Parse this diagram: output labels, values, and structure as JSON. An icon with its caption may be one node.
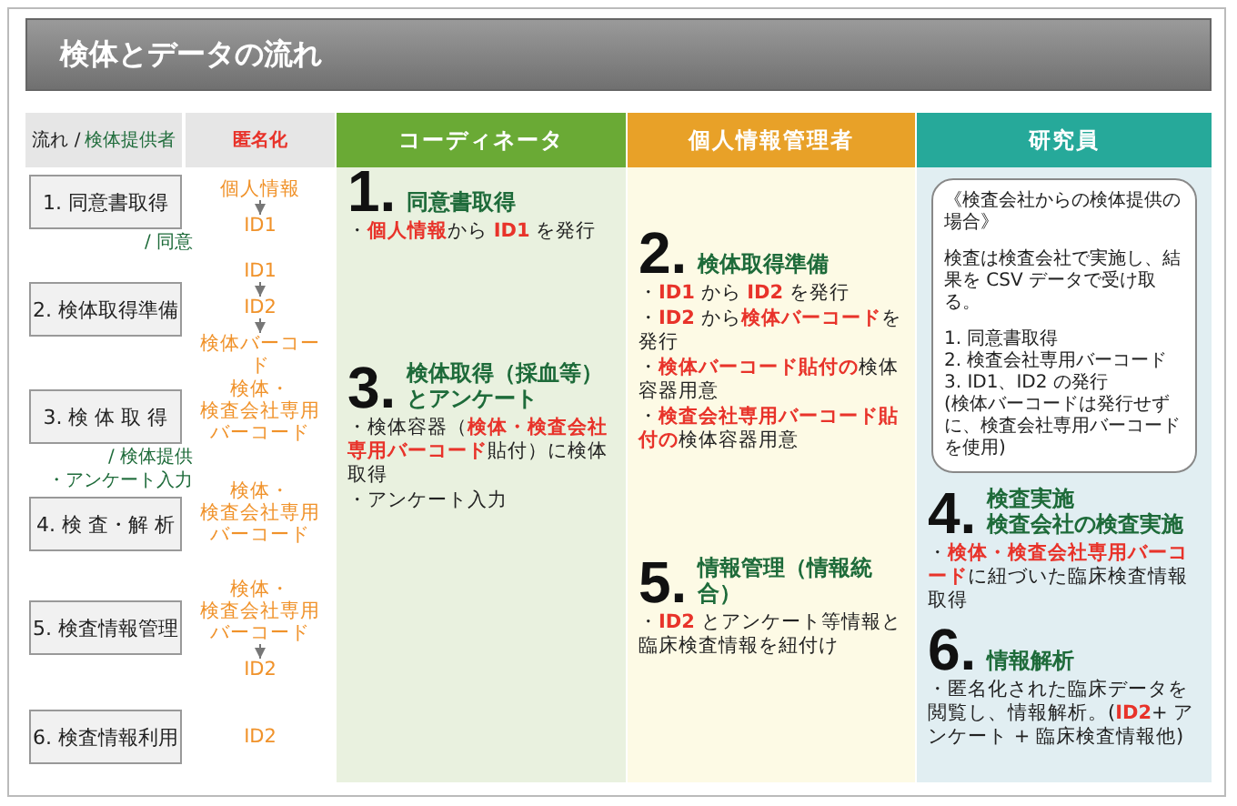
{
  "diagram": {
    "title": "検体とデータの流れ",
    "nodes": [
      {
        "text": [
          "流れ /",
          "検体提供者"
        ]
      },
      {
        "text": [
          "匿名化"
        ]
      },
      {
        "text": [
          "コーディネータ"
        ]
      },
      {
        "text": [
          "個人情報管理者"
        ]
      },
      {
        "text": [
          "研究員"
        ]
      },
      {
        "text": [
          "1. 同意書取得"
        ],
        "beside": [
          "/ 同意"
        ]
      },
      {
        "text": [
          "2. 検体取得準備"
        ]
      },
      {
        "text": [
          "3. 検 体 取 得"
        ],
        "beside": [
          "/ 検体提供",
          "・アンケート入力"
        ]
      },
      {
        "text": [
          "4. 検 査・解 析"
        ]
      },
      {
        "text": [
          "5. 検査情報管理"
        ]
      },
      {
        "text": [
          "6. 検査情報利用"
        ]
      },
      {
        "text": [
          "個人情報"
        ]
      },
      {
        "text": [
          "ID1"
        ]
      },
      {
        "text": [
          "ID1"
        ]
      },
      {
        "text": [
          "ID2"
        ]
      },
      {
        "text": [
          "検体バーコード"
        ]
      },
      {
        "text": [
          "検体・",
          "検査会社専用バーコード"
        ]
      },
      {
        "text": [
          "検体・",
          "検査会社専用バーコード"
        ]
      },
      {
        "text": [
          "検体・",
          "検査会社専用バーコード"
        ]
      },
      {
        "text": [
          "ID2"
        ]
      },
      {
        "text": [
          "ID2"
        ]
      },
      {
        "text": [
          "1.",
          "同意書取得",
          "・**個人情報**から **ID1** を発行"
        ],
        "in": 2
      },
      {
        "text": [
          "2.",
          "検体取得準備",
          "・**ID1** から **ID2** を発行",
          "・**ID2** から**検体バーコード**を発行",
          "・**検体バーコード貼付の**検体容器用意",
          "・**検査会社専用バーコード貼付の**検体容器用意"
        ],
        "in": 3
      },
      {
        "text": [
          "《検査会社からの検体提供の場合》",
          "検査は検査会社で実施し、結果を CSV データで受け取る。",
          "1. 同意書取得",
          "2. 検査会社専用バーコード",
          "3. ID1、ID2 の発行",
          "(検体バーコードは発行せずに、検査会社専用バーコードを使用)"
        ],
        "in": 4
      },
      {
        "text": [
          "3.",
          "検体取得（採血等）とアンケート",
          "・検体容器（**検体・検査会社専用バーコード**貼付）に検体取得",
          "・アンケート入力"
        ],
        "in": 2
      },
      {
        "text": [
          "4.",
          "検査実施",
          "検査会社の検査実施",
          "・**検体・検査会社専用バーコード**に紐づいた臨床検査情報取得"
        ],
        "in": 4
      },
      {
        "text": [
          "5.",
          "情報管理（情報統合）",
          "・**ID2** とアンケート等情報と臨床検査情報を紐付け"
        ],
        "in": 3
      },
      {
        "text": [
          "6.",
          "情報解析",
          "・匿名化された臨床データを閲覧し、情報解析。(**ID2**+ アンケート + 臨床検査情報他)"
        ],
        "in": 4
      }
    ],
    "edges": [
      {
        "from": 11,
        "to": 12,
        "arrow": "to"
      },
      {
        "from": 13,
        "to": 14,
        "arrow": "to"
      },
      {
        "from": 14,
        "to": 15,
        "arrow": "to"
      },
      {
        "from": 18,
        "to": 19,
        "arrow": "to"
      }
    ]
  }
}
